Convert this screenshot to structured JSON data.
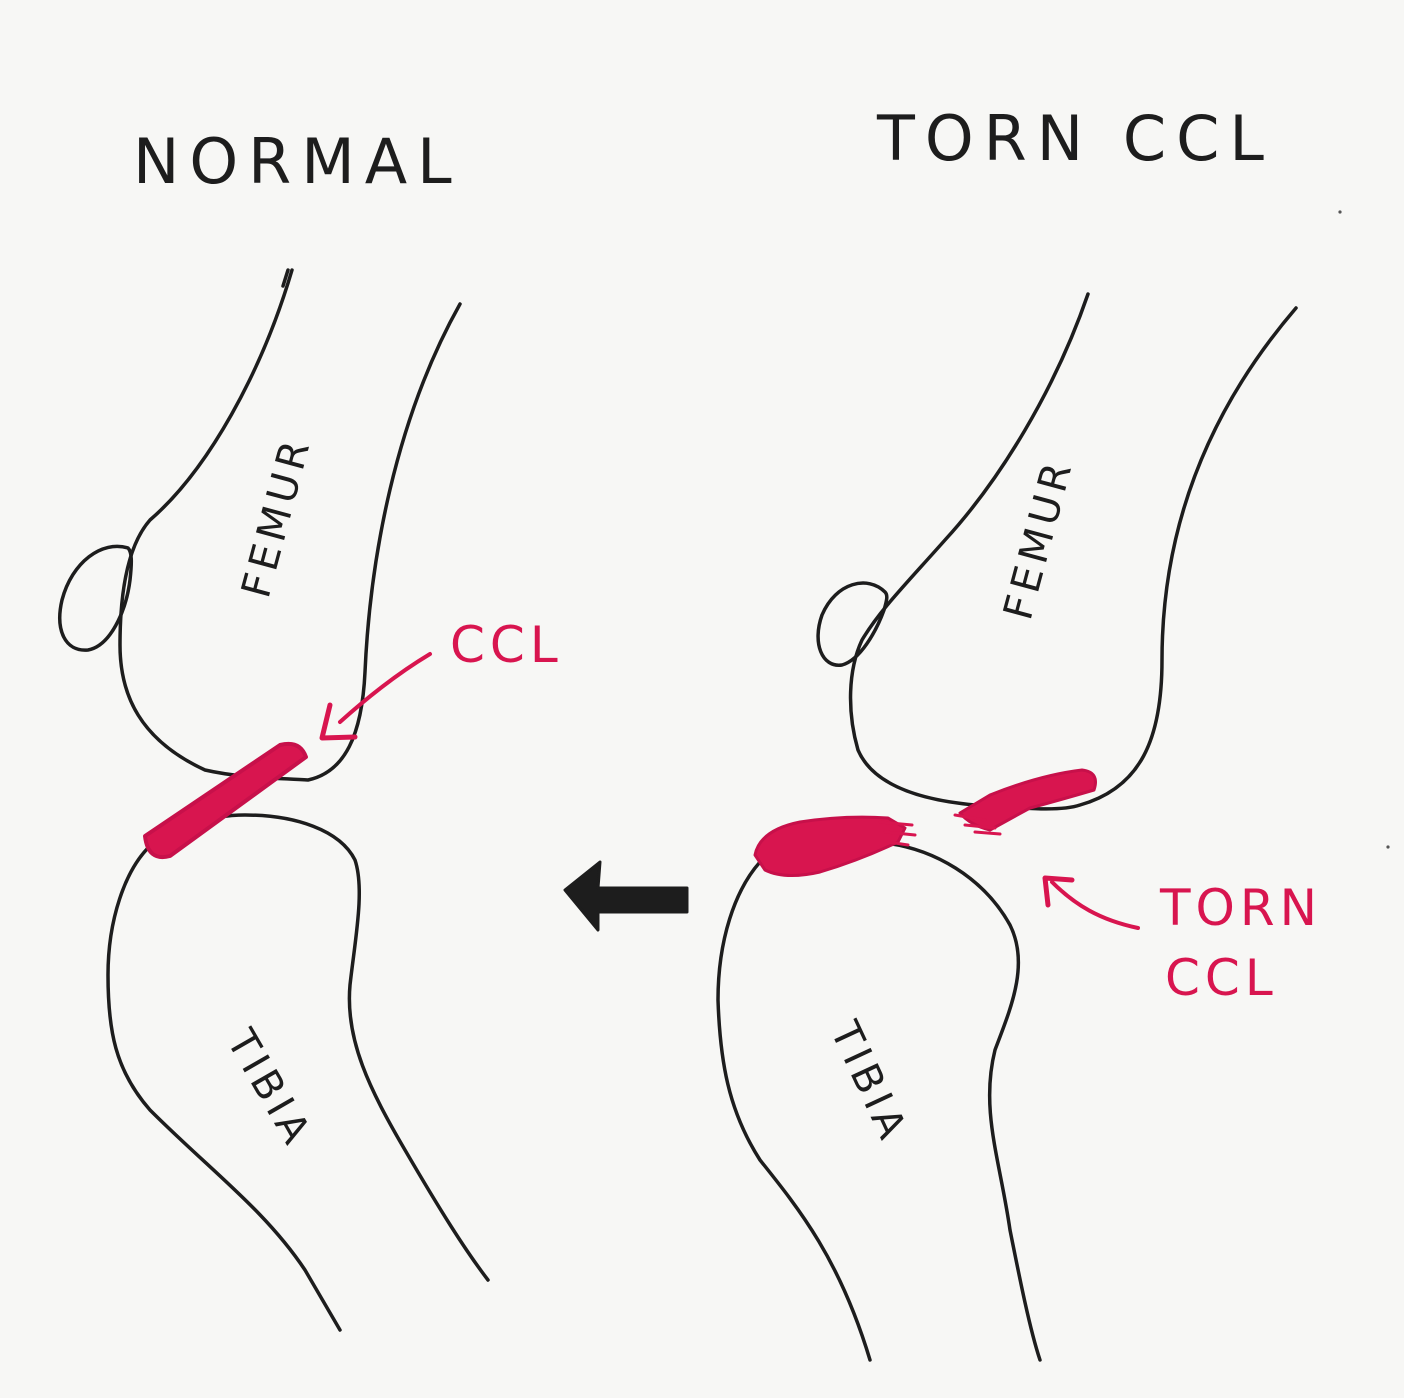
{
  "colors": {
    "ink": "#1d1d1d",
    "ligament": "#d8154f",
    "paper": "#f7f7f5"
  },
  "panels": {
    "normal": {
      "title": "NORMAL",
      "femur_label": "FEMUR",
      "tibia_label": "TIBIA",
      "ligament_label": "CCL"
    },
    "torn": {
      "title": "TORN CCL",
      "femur_label": "FEMUR",
      "tibia_label": "TIBIA",
      "ligament_label_line1": "TORN",
      "ligament_label_line2": "CCL"
    }
  },
  "arrow": {
    "direction": "left"
  }
}
